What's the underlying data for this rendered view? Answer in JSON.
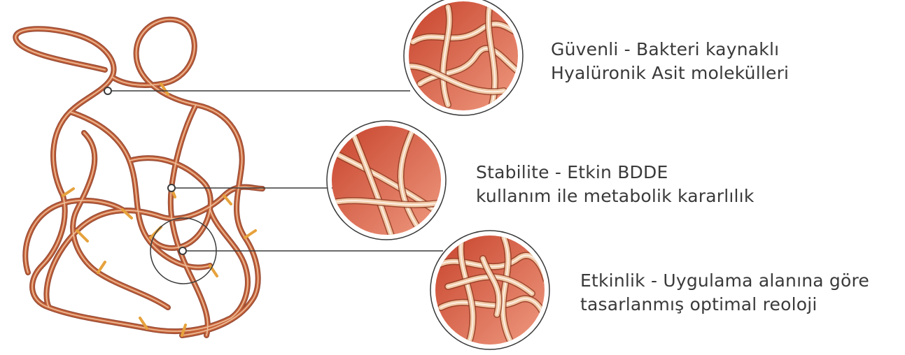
{
  "colors": {
    "strand_dark": "#8e3a22",
    "strand_mid": "#c8643a",
    "strand_light": "#f1c9a6",
    "crosslink": "#e6a23c",
    "zoom_bg_dark": "#c8432c",
    "zoom_bg_light": "#ee9a80",
    "line": "#3a3a3a",
    "text": "#3a3a3a"
  },
  "callouts": [
    {
      "line1": "Güvenli - Bakteri kaynaklı",
      "line2": "Hyalüronik Asit molekülleri"
    },
    {
      "line1": "Stabilite - Etkin BDDE",
      "line2": "kullanım ile metabolik kararlılık"
    },
    {
      "line1": "Etkinlik - Uygulama alanına göre",
      "line2": "tasarlanmış optimal reoloji"
    }
  ]
}
